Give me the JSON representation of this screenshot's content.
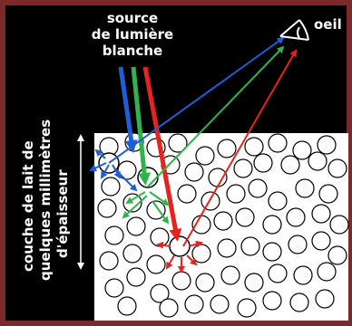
{
  "source_label": [
    "source",
    "de lumière",
    "blanche"
  ],
  "eye_label": "oeil",
  "side_label": [
    "couche de lait de",
    "quelques millimètres",
    "d'épaisseur"
  ],
  "colors": {
    "background": "#7a2a2a",
    "panel": "#000000",
    "milk": "#ffffff",
    "blue": "#1f5fd6",
    "green": "#2fb34a",
    "red": "#e8231f"
  }
}
